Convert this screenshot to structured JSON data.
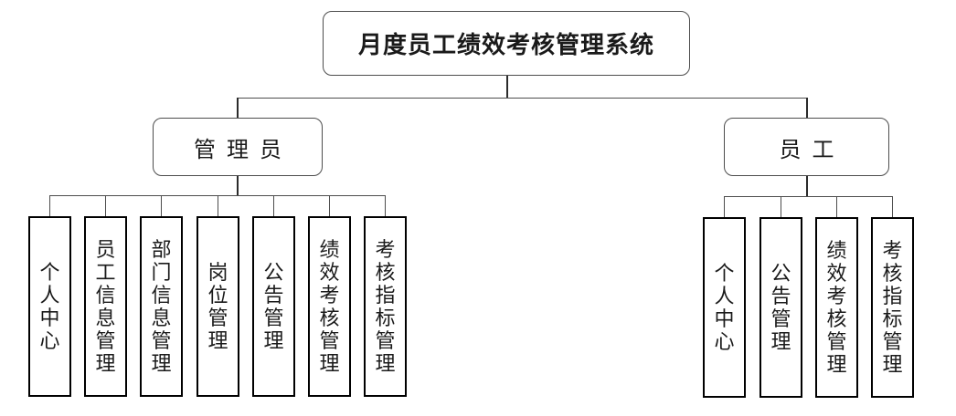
{
  "root": {
    "label": "月度员工绩效考核管理系统"
  },
  "branches": [
    {
      "label": "管理员",
      "children": [
        "个人中心",
        "员工信息管理",
        "部门信息管理",
        "岗位管理",
        "公告管理",
        "绩效考核管理",
        "考核指标管理"
      ]
    },
    {
      "label": "员工",
      "children": [
        "个人中心",
        "公告管理",
        "绩效考核管理",
        "考核指标管理"
      ]
    }
  ],
  "colors": {
    "background": "#ffffff",
    "leaf_border": "#000000",
    "rounded_border": "#4d4d4d",
    "connector": "#4d4d4d",
    "text": "#1a1a1a"
  }
}
